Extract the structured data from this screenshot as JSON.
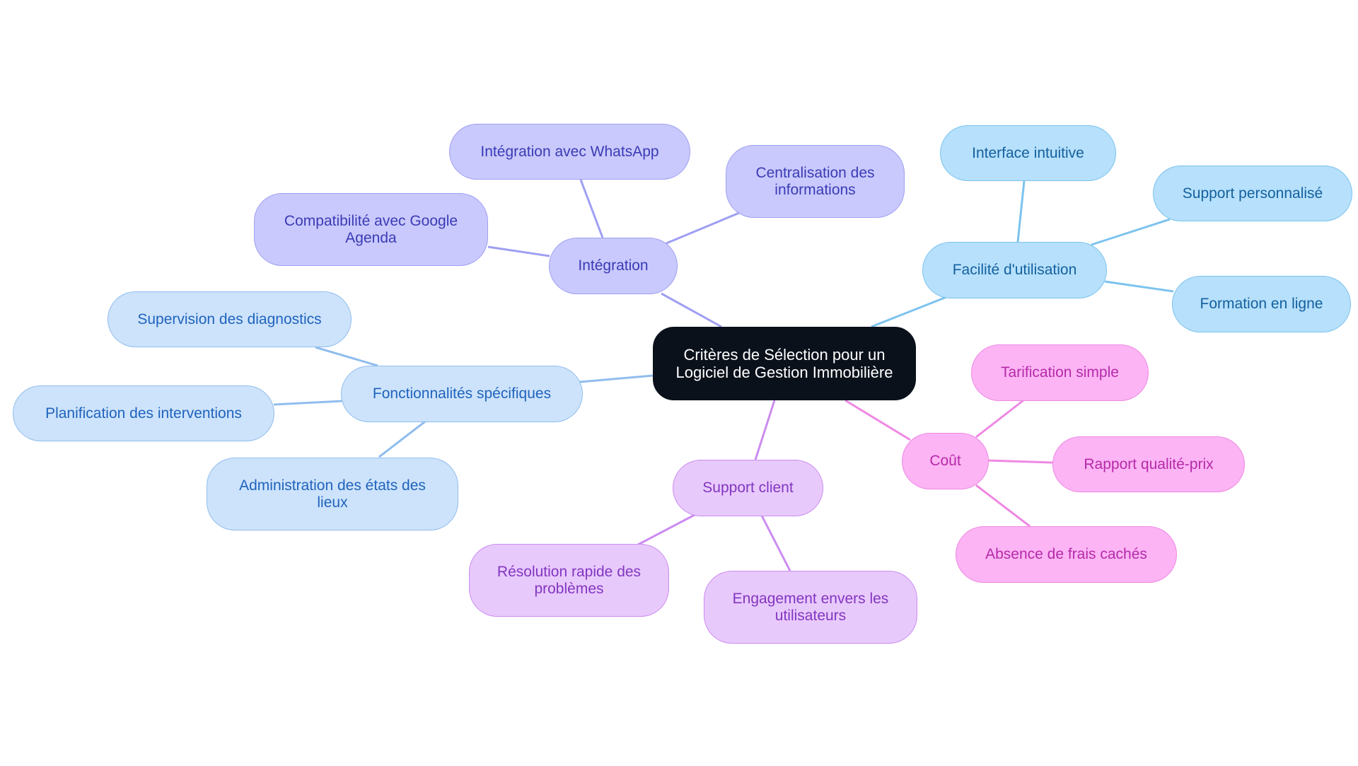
{
  "diagram": {
    "type": "mindmap",
    "root": {
      "label": "Critères de Sélection pour un\nLogiciel de Gestion Immobilière"
    },
    "branches": [
      {
        "id": "integ",
        "label": "Intégration",
        "color": "#9f9ff3",
        "children": [
          {
            "label": "Intégration avec WhatsApp"
          },
          {
            "label": "Centralisation des\ninformations"
          },
          {
            "label": "Compatibilité avec Google\nAgenda"
          }
        ]
      },
      {
        "id": "facil",
        "label": "Facilité d'utilisation",
        "color": "#7cc3ef",
        "children": [
          {
            "label": "Interface intuitive"
          },
          {
            "label": "Support personnalisé"
          },
          {
            "label": "Formation en ligne"
          }
        ]
      },
      {
        "id": "fonct",
        "label": "Fonctionnalités spécifiques",
        "color": "#90bdee",
        "children": [
          {
            "label": "Supervision des diagnostics"
          },
          {
            "label": "Planification des interventions"
          },
          {
            "label": "Administration des états des\nlieux"
          }
        ]
      },
      {
        "id": "supp",
        "label": "Support client",
        "color": "#cc8cf1",
        "children": [
          {
            "label": "Résolution rapide des\nproblèmes"
          },
          {
            "label": "Engagement envers les\nutilisateurs"
          }
        ]
      },
      {
        "id": "cout",
        "label": "Coût",
        "color": "#ef88e3",
        "children": [
          {
            "label": "Tarification simple"
          },
          {
            "label": "Rapport qualité-prix"
          },
          {
            "label": "Absence de frais cachés"
          }
        ]
      }
    ]
  }
}
